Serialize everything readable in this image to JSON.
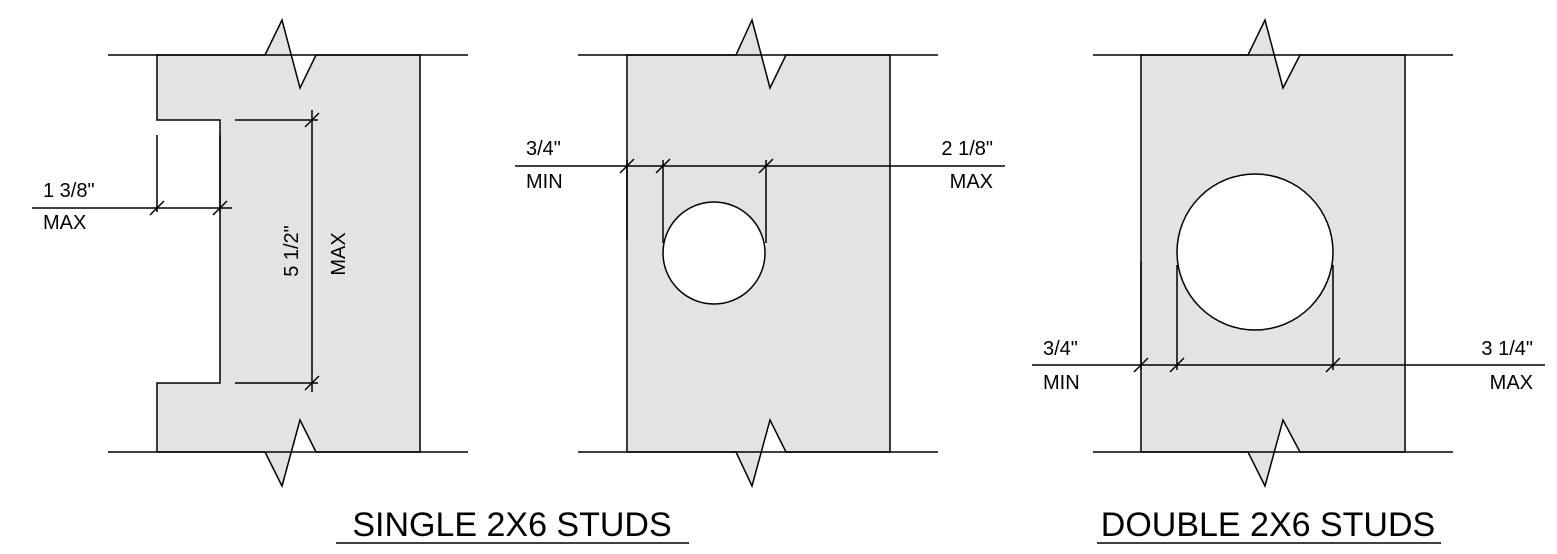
{
  "diagram": {
    "single_notch": {
      "width_label": "1 3/8\"",
      "width_label_sub": "MAX",
      "depth_label": "5 1/2\"",
      "depth_label_sub": "MAX"
    },
    "single_hole": {
      "edge_label": "3/4\"",
      "edge_label_sub": "MIN",
      "diameter_label": "2 1/8\"",
      "diameter_label_sub": "MAX"
    },
    "double_hole": {
      "edge_label": "3/4\"",
      "edge_label_sub": "MIN",
      "diameter_label": "3 1/4\"",
      "diameter_label_sub": "MAX"
    },
    "titles": {
      "single": "SINGLE 2X6 STUDS",
      "double": "DOUBLE 2X6 STUDS"
    }
  }
}
